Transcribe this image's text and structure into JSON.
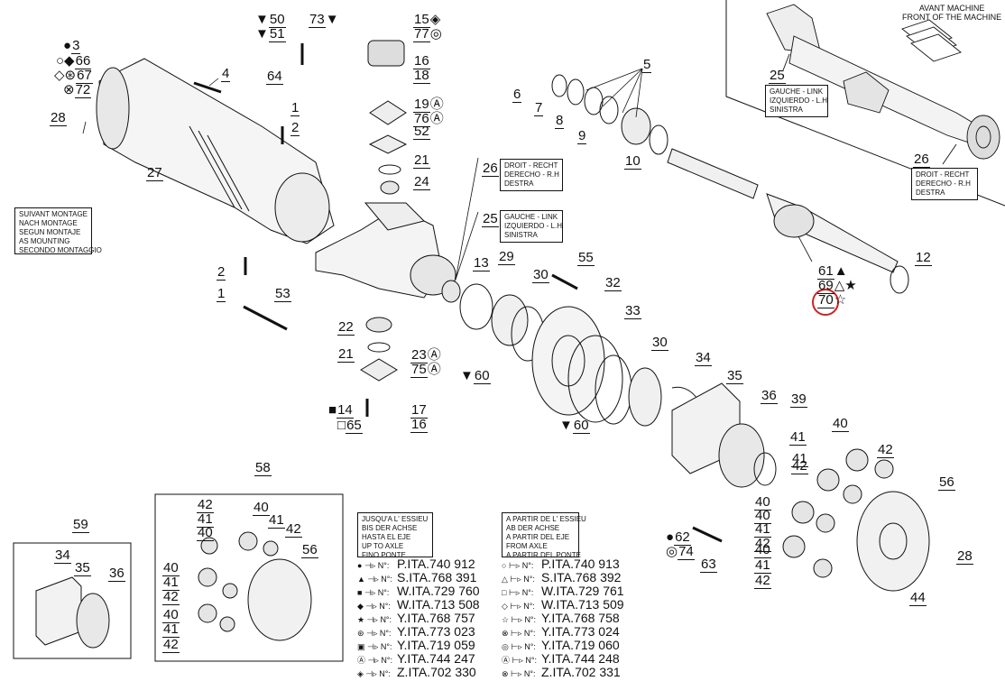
{
  "header": {
    "avant_machine": "AVANT MACHINE",
    "front_machine": "FRONT OF THE MACHINE"
  },
  "boxes": {
    "droit": [
      "DROIT - RECHT",
      "DERECHO - R.H",
      "DESTRA"
    ],
    "gauche": [
      "GAUCHE - LINK",
      "IZQUIERDO - L.H",
      "SINISTRA"
    ],
    "suivant": [
      "SUIVANT MONTAGE",
      "NACH MONTAGE",
      "SEGUN MONTAJE",
      "AS MOUNTING",
      "SECONDO MONTAGGIO"
    ],
    "jusqua": [
      "JUSQU'A L' ESSIEU",
      "BIS DER ACHSE",
      "HASTA EL EJE",
      "UP TO AXLE",
      "FINO PONTE"
    ],
    "apartir": [
      "A PARTIR DE L' ESSIEU",
      "AB DER ACHSE",
      "A PARTIR DEL EJE",
      "FROM AXLE",
      "A PARTIR DEL PONTE"
    ]
  },
  "legend_up_to": [
    {
      "sym": "●",
      "nlabel": "N°:",
      "code": "P.ITA.740 912"
    },
    {
      "sym": "▲",
      "nlabel": "N°:",
      "code": "S.ITA.768 391"
    },
    {
      "sym": "■",
      "nlabel": "N°:",
      "code": "W.ITA.729 760"
    },
    {
      "sym": "◆",
      "nlabel": "N°:",
      "code": "W.ITA.713 508"
    },
    {
      "sym": "★",
      "nlabel": "N°:",
      "code": "Y.ITA.768 757"
    },
    {
      "sym": "⊛",
      "nlabel": "N°:",
      "code": "Y.ITA.773 023"
    },
    {
      "sym": "▣",
      "nlabel": "N°:",
      "code": "Y.ITA.719 059"
    },
    {
      "sym": "Ⓐ",
      "nlabel": "N°:",
      "code": "Y.ITA.744 247"
    },
    {
      "sym": "◈",
      "nlabel": "N°:",
      "code": "Z.ITA.702 330"
    }
  ],
  "legend_from": [
    {
      "sym": "○",
      "nlabel": "N°:",
      "code": "P.ITA.740 913"
    },
    {
      "sym": "△",
      "nlabel": "N°:",
      "code": "S.ITA.768 392"
    },
    {
      "sym": "□",
      "nlabel": "N°:",
      "code": "W.ITA.729 761"
    },
    {
      "sym": "◇",
      "nlabel": "N°:",
      "code": "W.ITA.713 509"
    },
    {
      "sym": "☆",
      "nlabel": "N°:",
      "code": "Y.ITA.768 758"
    },
    {
      "sym": "⊗",
      "nlabel": "N°:",
      "code": "Y.ITA.773 024"
    },
    {
      "sym": "◎",
      "nlabel": "N°:",
      "code": "Y.ITA.719 060"
    },
    {
      "sym": "Ⓐ",
      "nlabel": "N°:",
      "code": "Y.ITA.744 248"
    },
    {
      "sym": "⊗",
      "nlabel": "N°:",
      "code": "Z.ITA.702 331"
    }
  ],
  "callouts": [
    {
      "pre": "●",
      "num": "3",
      "post": ""
    },
    {
      "pre": "○◆",
      "num": "66",
      "post": ""
    },
    {
      "pre": "◇⊛",
      "num": "67",
      "post": ""
    },
    {
      "pre": "⊗",
      "num": "72",
      "post": ""
    },
    {
      "pre": "",
      "num": "28",
      "post": ""
    },
    {
      "pre": "",
      "num": "4",
      "post": ""
    },
    {
      "pre": "",
      "num": "27",
      "post": ""
    },
    {
      "pre": "▼",
      "num": "50",
      "post": ""
    },
    {
      "pre": "▼",
      "num": "51",
      "post": ""
    },
    {
      "pre": "",
      "num": "73",
      "post": "▼"
    },
    {
      "pre": "",
      "num": "64",
      "post": ""
    },
    {
      "pre": "",
      "num": "15",
      "post": "◈"
    },
    {
      "pre": "",
      "num": "77",
      "post": "◎"
    },
    {
      "pre": "",
      "num": "16",
      "post": ""
    },
    {
      "pre": "",
      "num": "18",
      "post": ""
    },
    {
      "pre": "",
      "num": "19",
      "post": "Ⓐ"
    },
    {
      "pre": "",
      "num": "76",
      "post": "Ⓐ"
    },
    {
      "pre": "",
      "num": "52",
      "post": ""
    },
    {
      "pre": "",
      "num": "21",
      "post": ""
    },
    {
      "pre": "",
      "num": "24",
      "post": ""
    },
    {
      "pre": "",
      "num": "1",
      "post": ""
    },
    {
      "pre": "",
      "num": "2",
      "post": ""
    },
    {
      "pre": "",
      "num": "2",
      "post": ""
    },
    {
      "pre": "",
      "num": "1",
      "post": ""
    },
    {
      "pre": "",
      "num": "53",
      "post": ""
    },
    {
      "pre": "",
      "num": "22",
      "post": ""
    },
    {
      "pre": "",
      "num": "21",
      "post": ""
    },
    {
      "pre": "",
      "num": "23",
      "post": "Ⓐ"
    },
    {
      "pre": "",
      "num": "75",
      "post": "Ⓐ"
    },
    {
      "pre": "■",
      "num": "14",
      "post": ""
    },
    {
      "pre": "□",
      "num": "65",
      "post": ""
    },
    {
      "pre": "",
      "num": "17",
      "post": ""
    },
    {
      "pre": "",
      "num": "16",
      "post": ""
    },
    {
      "pre": "",
      "num": "5",
      "post": ""
    },
    {
      "pre": "",
      "num": "6",
      "post": ""
    },
    {
      "pre": "",
      "num": "7",
      "post": ""
    },
    {
      "pre": "",
      "num": "8",
      "post": ""
    },
    {
      "pre": "",
      "num": "9",
      "post": ""
    },
    {
      "pre": "",
      "num": "10",
      "post": ""
    },
    {
      "pre": "",
      "num": "26",
      "post": ""
    },
    {
      "pre": "",
      "num": "25",
      "post": ""
    },
    {
      "pre": "",
      "num": "13",
      "post": ""
    },
    {
      "pre": "",
      "num": "29",
      "post": ""
    },
    {
      "pre": "",
      "num": "30",
      "post": ""
    },
    {
      "pre": "",
      "num": "55",
      "post": ""
    },
    {
      "pre": "",
      "num": "32",
      "post": ""
    },
    {
      "pre": "▼",
      "num": "60",
      "post": ""
    },
    {
      "pre": "",
      "num": "33",
      "post": ""
    },
    {
      "pre": "",
      "num": "30",
      "post": ""
    },
    {
      "pre": "",
      "num": "34",
      "post": ""
    },
    {
      "pre": "",
      "num": "35",
      "post": ""
    },
    {
      "pre": "▼",
      "num": "60",
      "post": ""
    },
    {
      "pre": "",
      "num": "36",
      "post": ""
    },
    {
      "pre": "",
      "num": "39",
      "post": ""
    },
    {
      "pre": "",
      "num": "12",
      "post": ""
    },
    {
      "pre": "",
      "num": "61",
      "post": "▲"
    },
    {
      "pre": "",
      "num": "69",
      "post": "△★"
    },
    {
      "pre": "",
      "num": "70",
      "post": "☆"
    },
    {
      "pre": "",
      "num": "25",
      "post": ""
    },
    {
      "pre": "",
      "num": "26",
      "post": ""
    },
    {
      "pre": "",
      "num": "40",
      "post": ""
    },
    {
      "pre": "",
      "num": "42",
      "post": ""
    },
    {
      "pre": "",
      "num": "41",
      "post": ""
    },
    {
      "pre": "",
      "num": "41",
      "post": ""
    },
    {
      "pre": "",
      "num": "42",
      "post": ""
    },
    {
      "pre": "",
      "num": "40",
      "post": ""
    },
    {
      "pre": "",
      "num": "40",
      "post": ""
    },
    {
      "pre": "",
      "num": "41",
      "post": ""
    },
    {
      "pre": "",
      "num": "42",
      "post": ""
    },
    {
      "pre": "",
      "num": "40",
      "post": ""
    },
    {
      "pre": "",
      "num": "41",
      "post": ""
    },
    {
      "pre": "",
      "num": "42",
      "post": ""
    },
    {
      "pre": "",
      "num": "56",
      "post": ""
    },
    {
      "pre": "",
      "num": "28",
      "post": ""
    },
    {
      "pre": "",
      "num": "44",
      "post": ""
    },
    {
      "pre": "●",
      "num": "62",
      "post": ""
    },
    {
      "pre": "◎",
      "num": "74",
      "post": ""
    },
    {
      "pre": "",
      "num": "63",
      "post": ""
    },
    {
      "pre": "",
      "num": "58",
      "post": ""
    },
    {
      "pre": "",
      "num": "42",
      "post": ""
    },
    {
      "pre": "",
      "num": "41",
      "post": ""
    },
    {
      "pre": "",
      "num": "40",
      "post": ""
    },
    {
      "pre": "",
      "num": "40",
      "post": ""
    },
    {
      "pre": "",
      "num": "41",
      "post": ""
    },
    {
      "pre": "",
      "num": "42",
      "post": ""
    },
    {
      "pre": "",
      "num": "40",
      "post": ""
    },
    {
      "pre": "",
      "num": "41",
      "post": ""
    },
    {
      "pre": "",
      "num": "42",
      "post": ""
    },
    {
      "pre": "",
      "num": "40",
      "post": ""
    },
    {
      "pre": "",
      "num": "41",
      "post": ""
    },
    {
      "pre": "",
      "num": "42",
      "post": ""
    },
    {
      "pre": "",
      "num": "56",
      "post": ""
    },
    {
      "pre": "",
      "num": "59",
      "post": ""
    },
    {
      "pre": "",
      "num": "34",
      "post": ""
    },
    {
      "pre": "",
      "num": "35",
      "post": ""
    },
    {
      "pre": "",
      "num": "36",
      "post": ""
    }
  ]
}
